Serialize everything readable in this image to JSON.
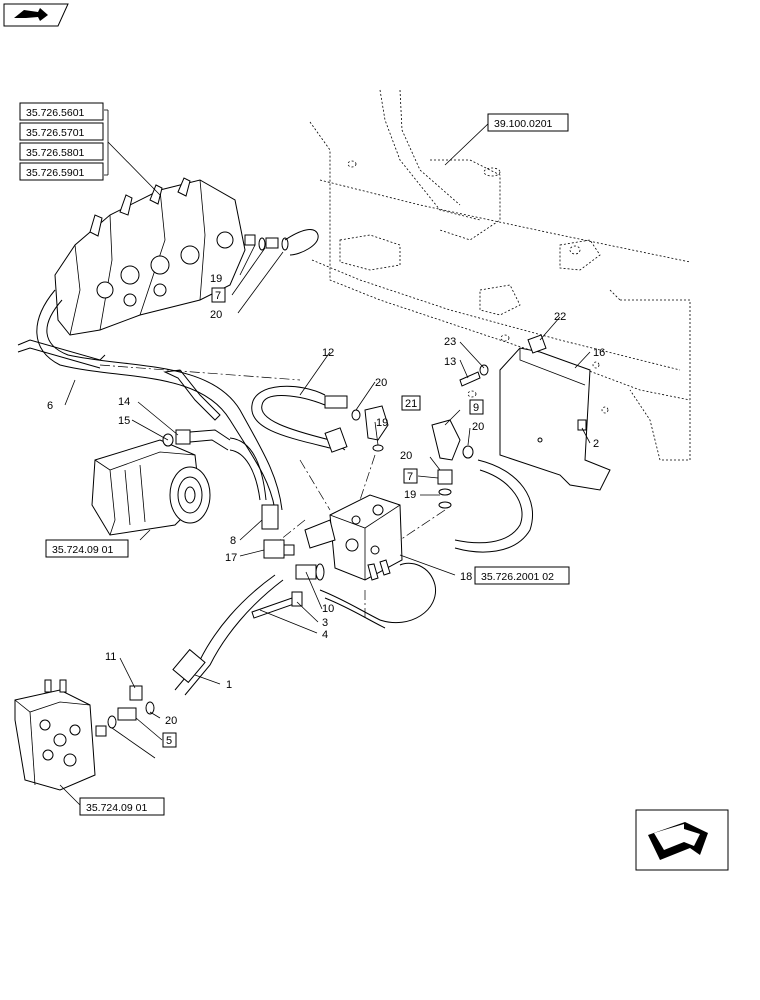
{
  "references": {
    "group": [
      "35.726.5601",
      "35.726.5701",
      "35.726.5801",
      "35.726.5901"
    ],
    "frame": "39.100.0201",
    "pump": "35.724.09 01",
    "valve_bottom": "35.724.09 01",
    "valve_block": "35.726.2001 02"
  },
  "callouts": [
    "1",
    "2",
    "3",
    "4",
    "5",
    "6",
    "7",
    "7",
    "8",
    "9",
    "10",
    "11",
    "12",
    "13",
    "14",
    "15",
    "16",
    "17",
    "18",
    "19",
    "19",
    "19",
    "20",
    "20",
    "20",
    "20",
    "20",
    "21",
    "22",
    "23"
  ],
  "icons": {
    "top_left": "book-arrow-icon",
    "bottom_right": "next-arrow-icon"
  }
}
